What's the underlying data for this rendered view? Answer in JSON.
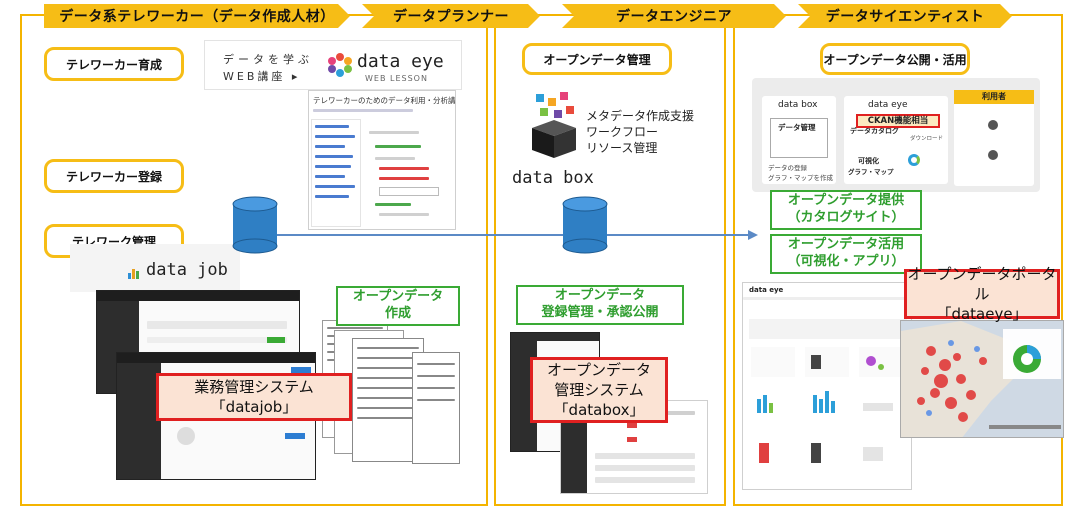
{
  "columns": [
    {
      "title": "データ系テレワーカー（データ作成人材）"
    },
    {
      "title": "データプランナー"
    },
    {
      "title": "データエンジニア"
    },
    {
      "title": "データサイエンティスト"
    }
  ],
  "teleworker": {
    "steps": [
      "テレワーカー育成",
      "テレワーカー登録",
      "テレワーク管理"
    ],
    "lesson_logo": {
      "line1": "データを学ぶ",
      "line2": "WEB講座 ▸",
      "brand": "data eye",
      "sub": "WEB LESSON"
    },
    "lesson_page_title": "テレワーカーのためのデータ利用・分析講座",
    "datajob_logo": "data job",
    "system_label": [
      "業務管理システム",
      "「datajob」"
    ]
  },
  "planner": {
    "output_label": [
      "オープンデータ",
      "作成"
    ]
  },
  "engineer": {
    "step": "オープンデータ管理",
    "databox_features": [
      "メタデータ作成支援",
      "ワークフロー",
      "リソース管理"
    ],
    "databox_logo": "data box",
    "process_label": [
      "オープンデータ",
      "登録管理・承認公開"
    ],
    "system_label": [
      "オープンデータ",
      "管理システム",
      "「databox」"
    ]
  },
  "scientist": {
    "step": "オープンデータ公開・活用",
    "flow": {
      "databox_brand": "data box",
      "dataeye_brand": "data eye",
      "ckan_label": "CKAN機能相当",
      "data_management": "データ管理",
      "data_catalog": "データカタログ",
      "visualization": [
        "可視化",
        "グラフ・マップ"
      ],
      "users": "利用者",
      "download": "ダウンロード",
      "check_items": [
        "データの登録",
        "グラフ・マップを作成"
      ]
    },
    "offer_label": [
      "オープンデータ提供",
      "（カタログサイト）"
    ],
    "use_label": [
      "オープンデータ活用",
      "（可視化・アプリ）"
    ],
    "portal_label": [
      "オープンデータポータル",
      "「dataeye」"
    ],
    "portal_logo": "data eye"
  },
  "colors": {
    "accent": "#f6bd16",
    "green": "#3aaa35",
    "red": "#e02020",
    "arrow": "#5b8ac6",
    "db": "#2f7fc4"
  }
}
